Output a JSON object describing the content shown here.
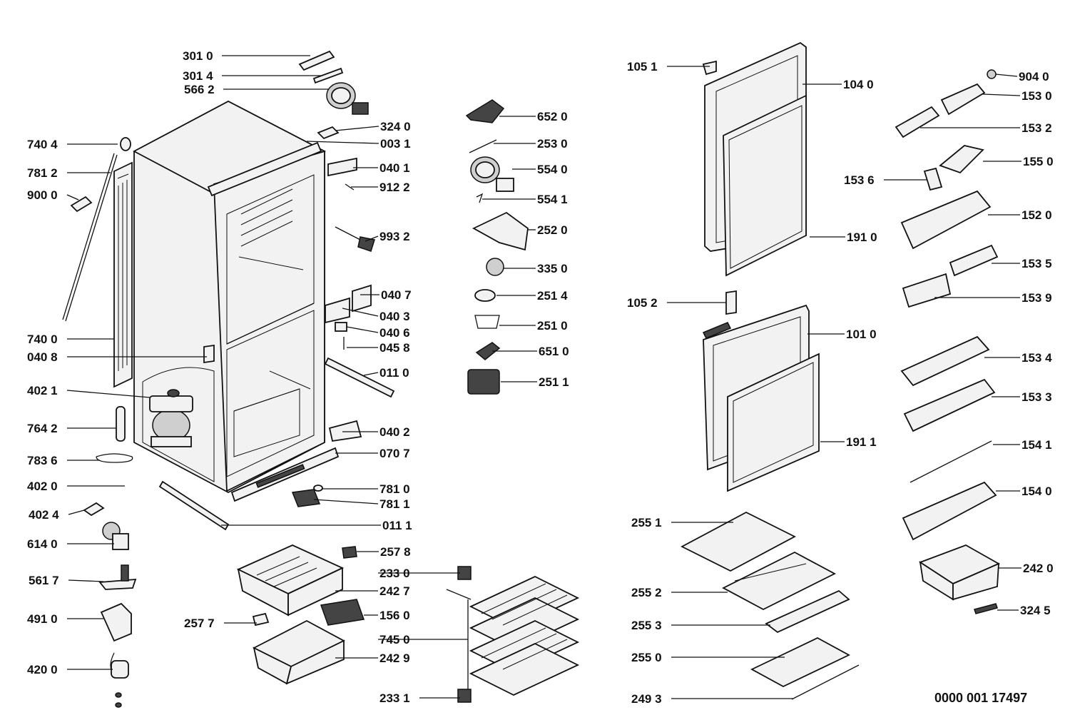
{
  "document_id": "0000 001 17497",
  "callouts": [
    "301 0",
    "301 4",
    "566 2",
    "324 0",
    "003 1",
    "740 4",
    "781 2",
    "900 0",
    "040 1",
    "912 2",
    "993 2",
    "040 7",
    "040 3",
    "040 6",
    "045 8",
    "011 0",
    "740 0",
    "040 8",
    "402 1",
    "764 2",
    "783 6",
    "402 0",
    "040 2",
    "070 7",
    "781 0",
    "781 1",
    "011 1",
    "402 4",
    "614 0",
    "561 7",
    "491 0",
    "420 0",
    "257 8",
    "233 0",
    "242 7",
    "156 0",
    "257 7",
    "745 0",
    "242 9",
    "233 1",
    "652 0",
    "253 0",
    "554 0",
    "554 1",
    "252 0",
    "335 0",
    "251 4",
    "251 0",
    "651 0",
    "251 1",
    "105 1",
    "104 0",
    "191 0",
    "105 2",
    "101 0",
    "191 1",
    "255 1",
    "255 2",
    "255 3",
    "255 0",
    "249 3",
    "904 0",
    "153 0",
    "153 2",
    "155 0",
    "153 6",
    "152 0",
    "153 5",
    "153 9",
    "153 4",
    "153 3",
    "154 1",
    "154 0",
    "242 0",
    "324 5"
  ]
}
